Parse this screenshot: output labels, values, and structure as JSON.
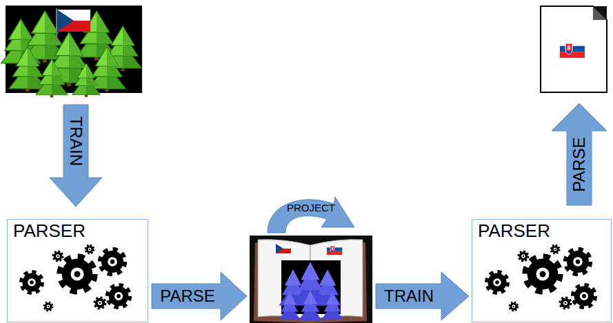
{
  "diagram": {
    "nodes": [
      {
        "text": [
          "PARSER"
        ]
      },
      {
        "text": [
          "PARSER"
        ]
      }
    ],
    "labels": [
      "TRAIN",
      "PROJECT",
      "PARSE",
      "TRAIN",
      "PARSE"
    ]
  }
}
